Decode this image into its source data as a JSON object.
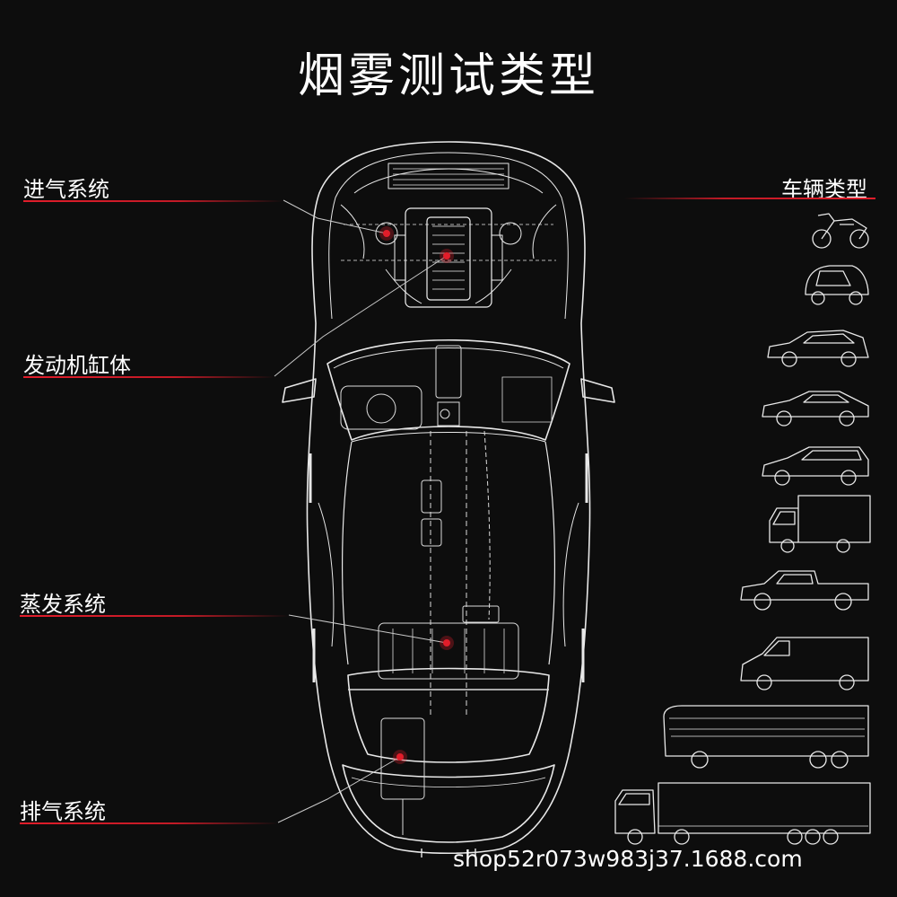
{
  "title": "烟雾测试类型",
  "labels": {
    "intake": "进气系统",
    "engine": "发动机缸体",
    "evap": "蒸发系统",
    "exhaust": "排气系统",
    "vehicle_types": "车辆类型"
  },
  "vehicle_icons": [
    "motorcycle-icon",
    "smart-car-icon",
    "hatchback-icon",
    "sedan-icon",
    "wagon-icon",
    "box-truck-icon",
    "pickup-icon",
    "van-icon",
    "coach-bus-icon",
    "semi-truck-icon"
  ],
  "watermark": "shop52r073w983j37.1688.com",
  "colors": {
    "accent": "#e11d2a",
    "background": "#0d0d0d",
    "line": "#ffffff"
  }
}
